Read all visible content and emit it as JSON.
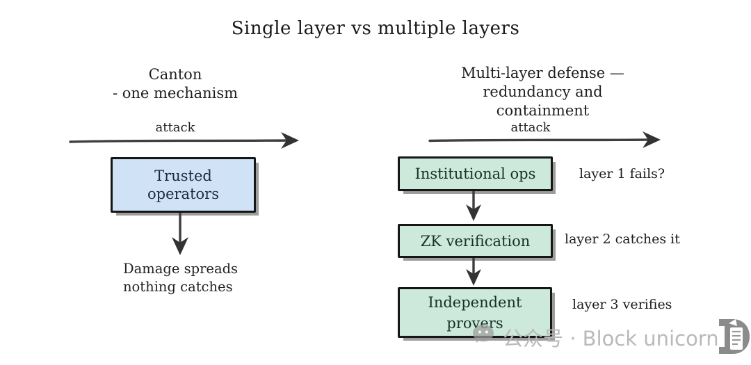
{
  "title": "Single layer vs multiple layers",
  "left_column": {
    "heading_lines": [
      "Canton",
      "- one mechanism"
    ],
    "attack_label": "attack",
    "box_lines": [
      "Trusted",
      "operators"
    ],
    "outcome_lines": [
      "Damage spreads",
      "nothing catches"
    ]
  },
  "right_column": {
    "heading_lines": [
      "Multi-layer defense —",
      "redundancy and containment"
    ],
    "attack_label": "attack",
    "layers": [
      {
        "box_lines": [
          "Institutional ops"
        ],
        "note": "layer 1 fails?"
      },
      {
        "box_lines": [
          "ZK verification"
        ],
        "note": "layer 2 catches it"
      },
      {
        "box_lines": [
          "Independent",
          "provers"
        ],
        "note": "layer 3 verifies"
      }
    ]
  },
  "watermark": {
    "text": "公众号 · Block unicorn",
    "icons": [
      "wechat-icon",
      "block-unicorn-logo-icon"
    ]
  },
  "colors": {
    "background": "#ffffff",
    "single_layer_box_fill": "#cfe2f6",
    "multi_layer_box_fill": "#cde9dc",
    "box_border": "#161616",
    "arrow": "#3e3e3e",
    "text": "#1b1b1b",
    "watermark_gray": "#b9b9b9"
  }
}
